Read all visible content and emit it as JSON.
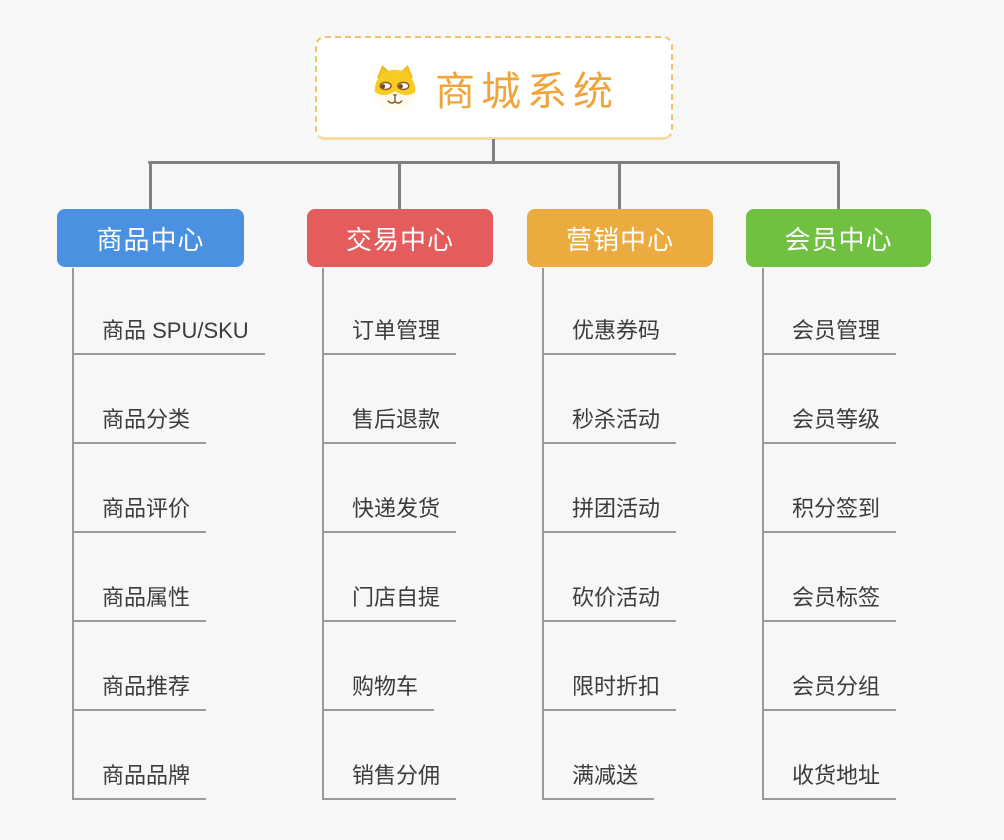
{
  "root": {
    "title": "商城系统",
    "icon": "shiba-dog-icon"
  },
  "branches": [
    {
      "label": "商品中心",
      "color": "#4A91E2",
      "items": [
        "商品 SPU/SKU",
        "商品分类",
        "商品评价",
        "商品属性",
        "商品推荐",
        "商品品牌"
      ]
    },
    {
      "label": "交易中心",
      "color": "#E45C5C",
      "items": [
        "订单管理",
        "售后退款",
        "快递发货",
        "门店自提",
        "购物车",
        "销售分佣"
      ]
    },
    {
      "label": "营销中心",
      "color": "#ECAB3F",
      "items": [
        "优惠券码",
        "秒杀活动",
        "拼团活动",
        "砍价活动",
        "限时折扣",
        "满减送"
      ]
    },
    {
      "label": "会员中心",
      "color": "#70C041",
      "items": [
        "会员管理",
        "会员等级",
        "积分签到",
        "会员标签",
        "会员分组",
        "收货地址"
      ]
    }
  ],
  "theme": {
    "background": "#F7F7F7",
    "root_text": "#F0A43C",
    "root_border": "#F2C36B",
    "connector": "#808080",
    "branch_line": "#9A9A9A",
    "leaf_text": "#3C3C3C"
  }
}
